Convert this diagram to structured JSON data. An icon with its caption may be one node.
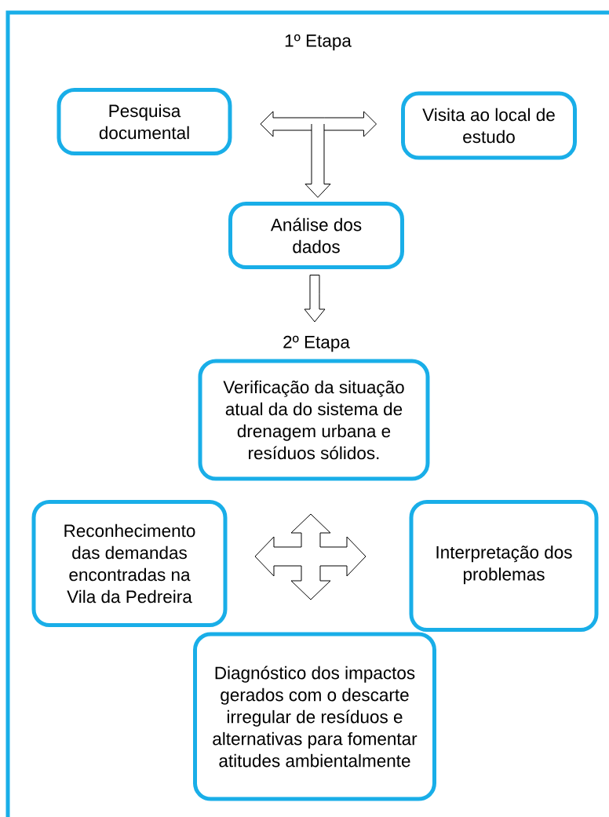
{
  "diagram": {
    "nodes": [
      {
        "text": [
          "Pesquisa documental"
        ]
      },
      {
        "text": [
          "Visita ao local de estudo"
        ]
      },
      {
        "text": [
          "Análise dos dados"
        ]
      },
      {
        "text": [
          "Verificação da situação atual da do sistema de drenagem urbana e resíduos sólidos."
        ]
      },
      {
        "text": [
          "Reconhecimento das demandas encontradas na Vila da Pedreira"
        ]
      },
      {
        "text": [
          "Interpretação dos problemas"
        ]
      },
      {
        "text": [
          "Diagnóstico dos impactos gerados com o descarte irregular de resíduos e alternativas para fomentar atitudes ambientalmente"
        ]
      }
    ],
    "edges": [
      {
        "from": 0,
        "to": 1,
        "arrow": "both"
      },
      {
        "from": null,
        "to": 2,
        "arrow": "to"
      },
      {
        "from": 2,
        "to": 3,
        "arrow": "to"
      },
      {
        "from": 4,
        "to": 5,
        "arrow": "both"
      },
      {
        "from": 3,
        "to": 6,
        "arrow": "both"
      }
    ],
    "labels": [
      "1º Etapa",
      "2º Etapa"
    ]
  }
}
